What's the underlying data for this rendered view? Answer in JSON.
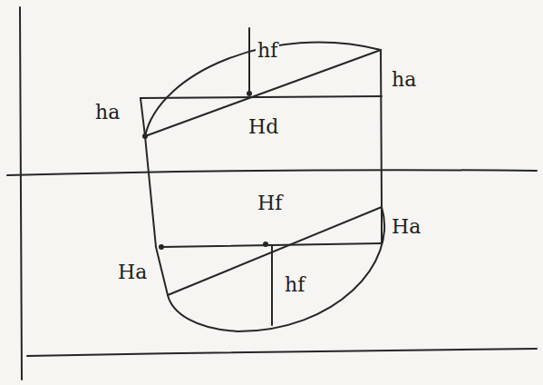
{
  "diagram": {
    "labels": [
      "hf",
      "ha",
      "ha",
      "Hd",
      "Hf",
      "Ha",
      "Ha",
      "hf"
    ]
  }
}
